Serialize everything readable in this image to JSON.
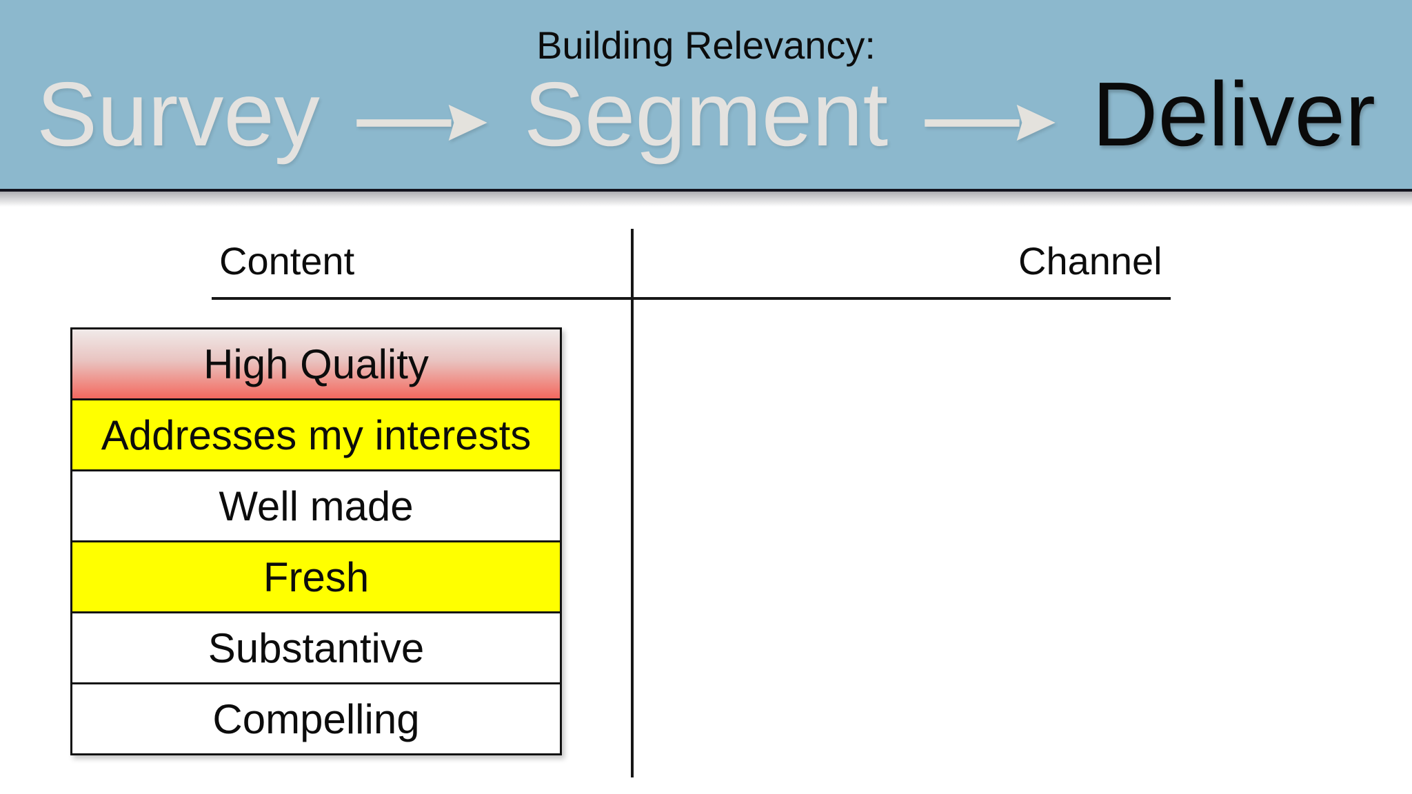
{
  "colors": {
    "header_bg": "#8CB8CD",
    "header_border": "#15151F",
    "step_inactive": "#E4E2DF",
    "step_active": "#0A0A0A",
    "arrow": "#E4E2DD",
    "ink": "#0C0C0C",
    "line": "#171717",
    "row_border": "#111111",
    "hq_top": "#F0EAE9",
    "hq_mid1": "#E9C4C1",
    "hq_mid2": "#EF8D85",
    "hq_bottom": "#F4685F",
    "row_yellow": "#FFFF00",
    "row_white": "#FFFFFF"
  },
  "slide": {
    "header": {
      "title": "Building Relevancy:"
    },
    "process": {
      "steps": [
        {
          "label": "Survey",
          "state": "inactive"
        },
        {
          "label": "Segment",
          "state": "inactive"
        },
        {
          "label": "Deliver",
          "state": "active"
        }
      ]
    },
    "columns": {
      "left_label": "Content",
      "right_label": "Channel"
    },
    "content_rows": [
      {
        "label": "High Quality",
        "highlight": "red-gradient"
      },
      {
        "label": "Addresses my interests",
        "highlight": "yellow"
      },
      {
        "label": "Well made",
        "highlight": "none"
      },
      {
        "label": "Fresh",
        "highlight": "yellow"
      },
      {
        "label": "Substantive",
        "highlight": "none"
      },
      {
        "label": "Compelling",
        "highlight": "none"
      }
    ]
  }
}
